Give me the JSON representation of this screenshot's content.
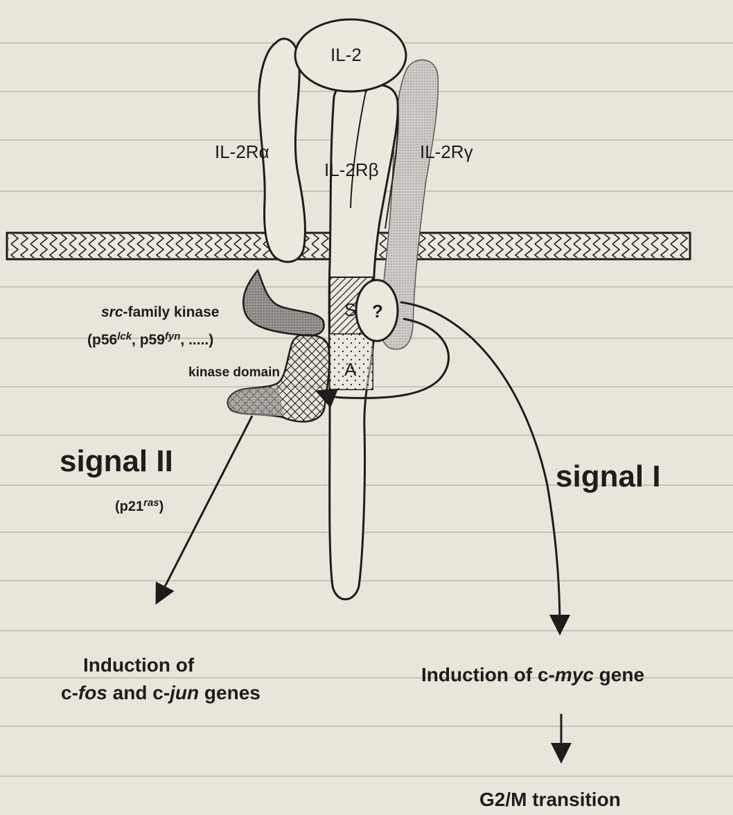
{
  "diagram": {
    "cytokine": "IL-2",
    "receptors": {
      "alpha": "IL-2Rα",
      "beta": "IL-2Rβ",
      "gamma": "IL-2Rγ"
    },
    "regions": {
      "s": "S",
      "a": "A",
      "unknown": "?"
    },
    "kinase": {
      "src_italic": "src",
      "src_rest": "-family kinase",
      "members_open": "(p56",
      "lck": "lck",
      "sep": ", p59",
      "fyn": "fyn",
      "members_close": ", .....)",
      "domain": "kinase domain"
    },
    "signal_two": {
      "label": "signal II",
      "ras_prefix": "(p21",
      "ras": "ras",
      "ras_close": ")"
    },
    "signal_one": {
      "label": "signal I"
    },
    "outcomes": {
      "fos_jun_line1": "Induction of",
      "fos_jun_c1": "c-",
      "fos": "fos",
      "fos_jun_and": " and c-",
      "jun": "jun",
      "fos_jun_tail": " genes",
      "myc_prefix": "Induction of c-",
      "myc": "myc",
      "myc_tail": " gene",
      "g2m": "G2/M transition"
    },
    "colors": {
      "ink": "#1e1c1c",
      "paper": "#e9e5da",
      "gamma_fill": "#c9c6c2",
      "kinase_fill": "#8e8a86"
    }
  }
}
